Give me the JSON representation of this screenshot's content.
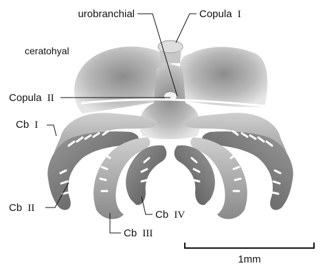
{
  "labels": {
    "urobranchial": "urobranchial",
    "copula_1_word": "Copula",
    "copula_1_num": "I",
    "ceratohyal": "ceratohyal",
    "copula_2_word": "Copula",
    "copula_2_num": "II",
    "cb1_word": "Cb",
    "cb1_num": "I",
    "cb2_word": "Cb",
    "cb2_num": "II",
    "cb3_word": "Cb",
    "cb3_num": "III",
    "cb4_word": "Cb",
    "cb4_num": "IV"
  },
  "scale_bar": {
    "label": "1mm"
  },
  "colors": {
    "bone_light": "#e4e4e4",
    "bone_mid": "#a9a9a9",
    "bone_dark": "#5f5f5f",
    "line": "#111111"
  }
}
